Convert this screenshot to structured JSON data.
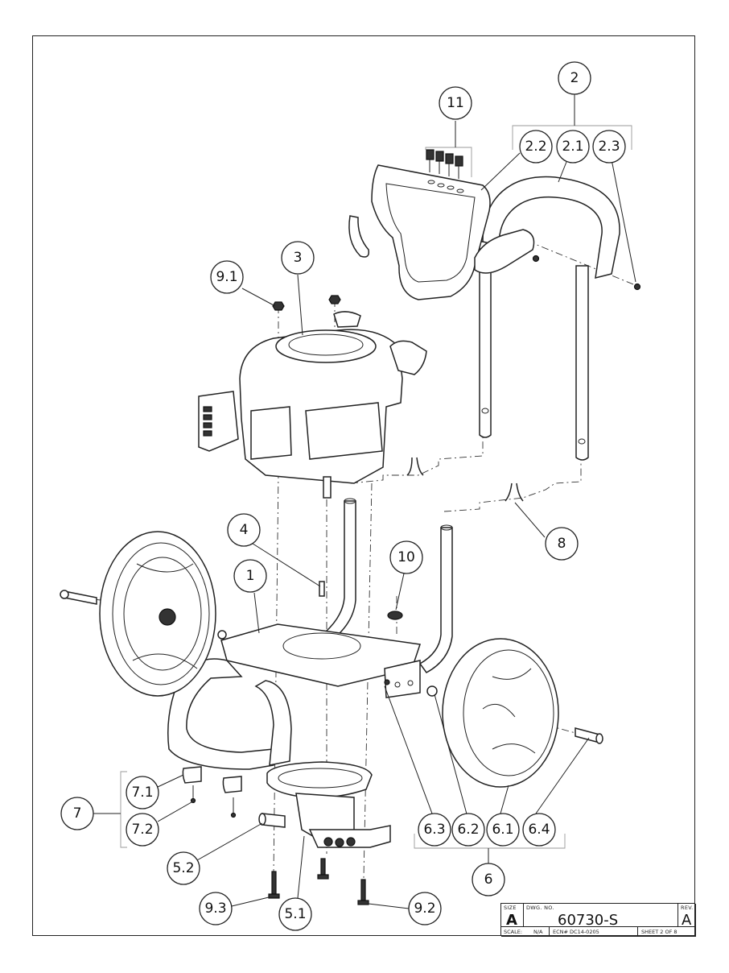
{
  "callouts": [
    {
      "id": "c-1",
      "label": "1"
    },
    {
      "id": "c-2",
      "label": "2"
    },
    {
      "id": "c-2-1",
      "label": "2.1"
    },
    {
      "id": "c-2-2",
      "label": "2.2"
    },
    {
      "id": "c-2-3",
      "label": "2.3"
    },
    {
      "id": "c-3",
      "label": "3"
    },
    {
      "id": "c-4",
      "label": "4"
    },
    {
      "id": "c-5-1",
      "label": "5.1"
    },
    {
      "id": "c-5-2",
      "label": "5.2"
    },
    {
      "id": "c-6",
      "label": "6"
    },
    {
      "id": "c-6-1",
      "label": "6.1"
    },
    {
      "id": "c-6-2",
      "label": "6.2"
    },
    {
      "id": "c-6-3",
      "label": "6.3"
    },
    {
      "id": "c-6-4",
      "label": "6.4"
    },
    {
      "id": "c-7",
      "label": "7"
    },
    {
      "id": "c-7-1",
      "label": "7.1"
    },
    {
      "id": "c-7-2",
      "label": "7.2"
    },
    {
      "id": "c-8",
      "label": "8"
    },
    {
      "id": "c-9-1",
      "label": "9.1"
    },
    {
      "id": "c-9-2",
      "label": "9.2"
    },
    {
      "id": "c-9-3",
      "label": "9.3"
    },
    {
      "id": "c-10",
      "label": "10"
    },
    {
      "id": "c-11",
      "label": "11"
    }
  ],
  "title_block": {
    "size_label": "SIZE",
    "size_value": "A",
    "dwg_no_label": "DWG. NO.",
    "dwg_no_value": "60730-S",
    "rev_label": "REV.",
    "rev_value": "A",
    "scale_label": "SCALE:",
    "scale_value": "N/A",
    "ecn": "ECN# DC14-0205",
    "sheet": "SHEET 2 OF 8"
  },
  "colors": {
    "line": "#222222",
    "background": "#ffffff"
  }
}
